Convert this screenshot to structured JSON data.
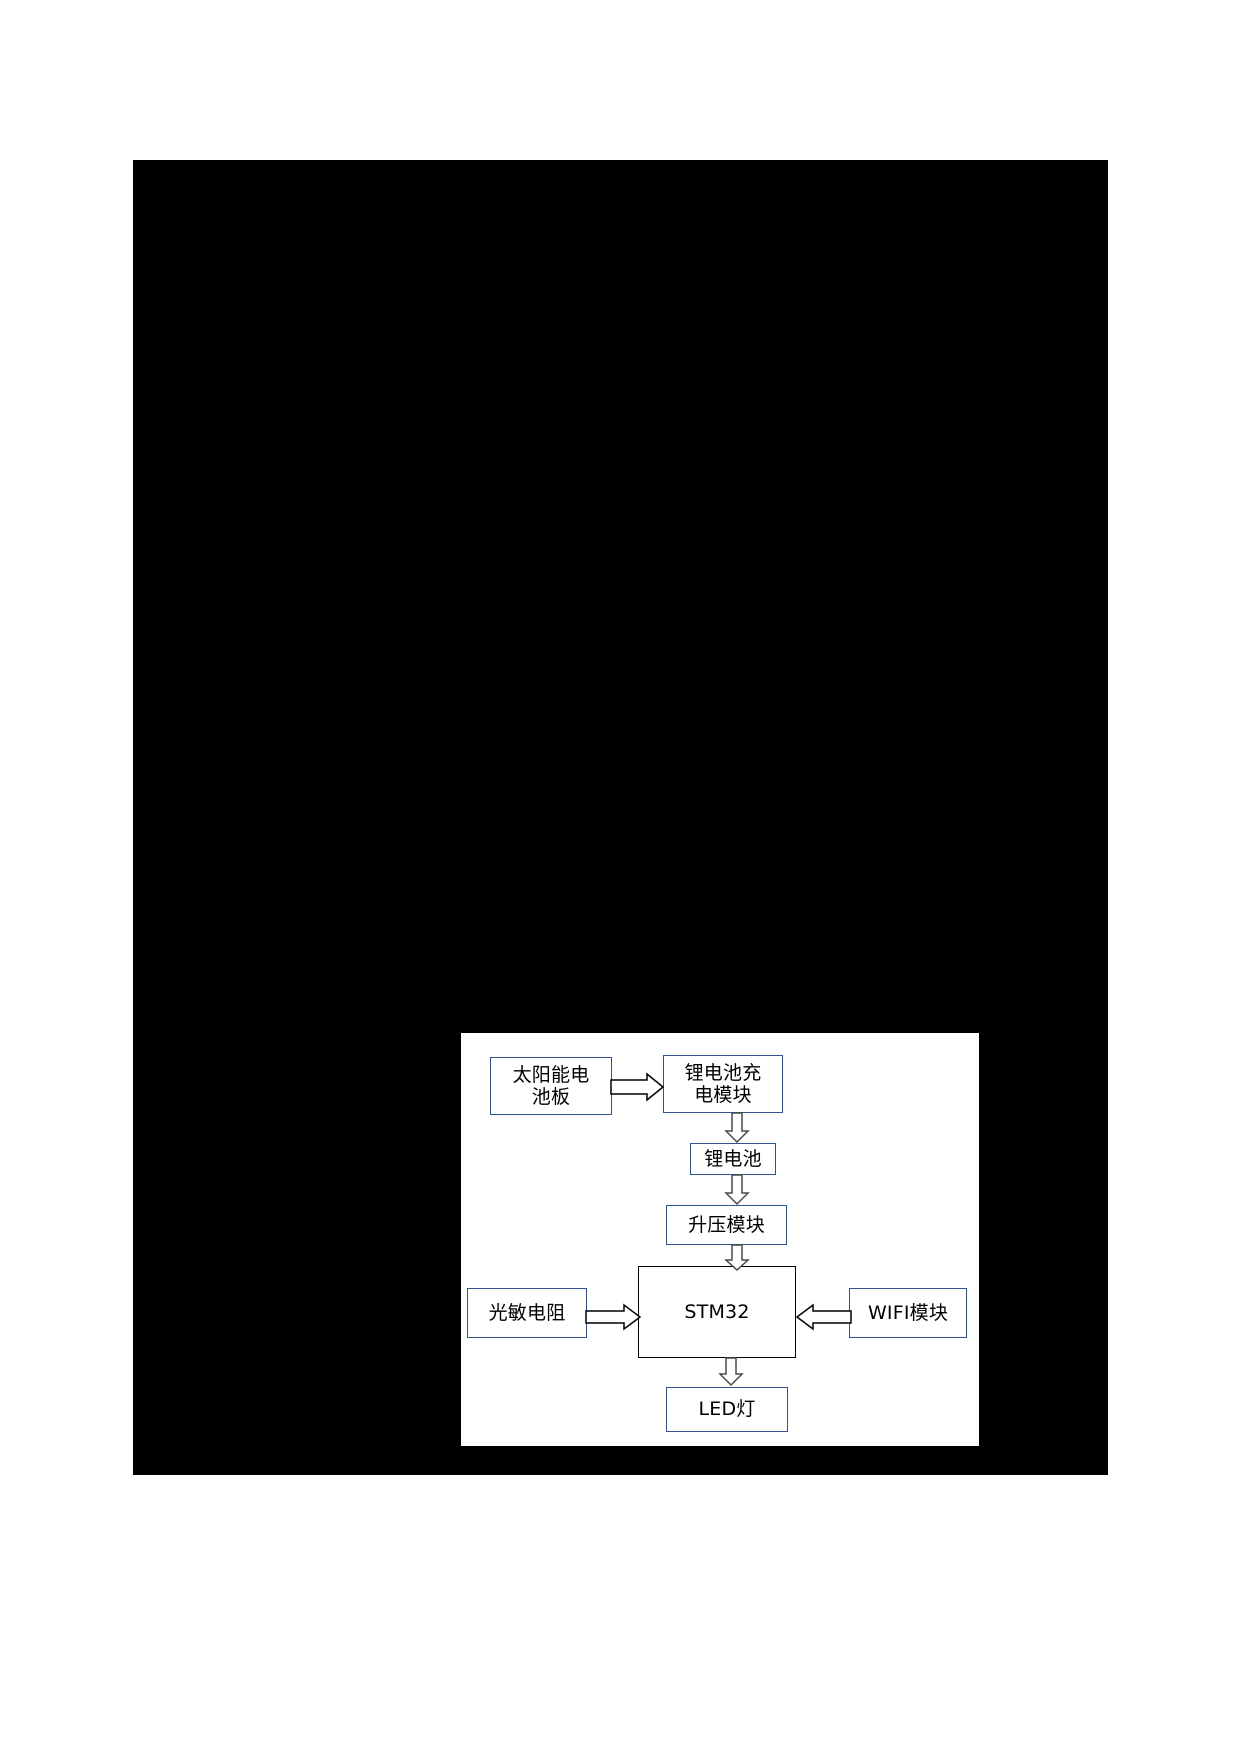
{
  "page": {
    "background_color": "#000000",
    "panel_background_color": "#ffffff"
  },
  "diagram": {
    "title": "",
    "type": "block-diagram",
    "box_border_blue": "#31538f",
    "box_border_black": "#000000",
    "nodes": [
      {
        "id": "solar-panel",
        "label": "太阳能电\n池板",
        "border": "blue"
      },
      {
        "id": "charge-module",
        "label": "锂电池充\n电模块",
        "border": "blue"
      },
      {
        "id": "lithium-battery",
        "label": "锂电池",
        "border": "blue"
      },
      {
        "id": "boost-module",
        "label": "升压模块",
        "border": "blue"
      },
      {
        "id": "mcu",
        "label": "STM32",
        "border": "black"
      },
      {
        "id": "photoresistor",
        "label": "光敏电阻",
        "border": "blue"
      },
      {
        "id": "wifi-module",
        "label": "WIFI模块",
        "border": "blue"
      },
      {
        "id": "led-light",
        "label": "LED灯",
        "border": "blue"
      }
    ],
    "edges": [
      {
        "id": "solar-to-charge",
        "from": "solar-panel",
        "to": "charge-module",
        "direction": "right"
      },
      {
        "id": "charge-to-battery",
        "from": "charge-module",
        "to": "lithium-battery",
        "direction": "down"
      },
      {
        "id": "battery-to-boost",
        "from": "lithium-battery",
        "to": "boost-module",
        "direction": "down"
      },
      {
        "id": "boost-to-mcu",
        "from": "boost-module",
        "to": "mcu",
        "direction": "down"
      },
      {
        "id": "photo-to-mcu",
        "from": "photoresistor",
        "to": "mcu",
        "direction": "right"
      },
      {
        "id": "wifi-to-mcu",
        "from": "wifi-module",
        "to": "mcu",
        "direction": "left"
      },
      {
        "id": "mcu-to-led",
        "from": "mcu",
        "to": "led-light",
        "direction": "down"
      }
    ]
  }
}
